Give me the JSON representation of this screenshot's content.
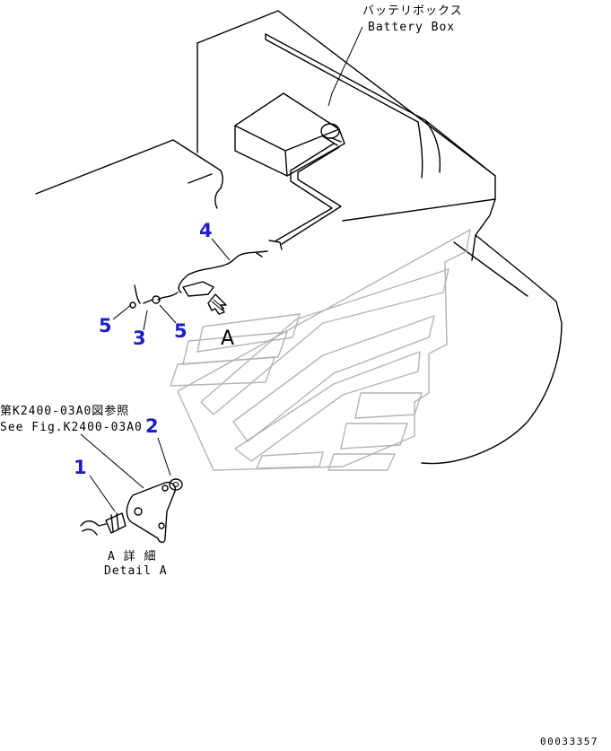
{
  "labels": {
    "battery_box_jp": "バッテリボックス",
    "battery_box_en": "Battery Box",
    "ref_jp": "第K2400-03A0図参照",
    "ref_en": "See Fig.K2400-03A0",
    "detail_jp": "A 詳 細",
    "detail_en": "Detail A",
    "view_a": "A",
    "drawing_no": "00033357"
  },
  "callouts": [
    {
      "id": "1",
      "color": "#1d1dc8"
    },
    {
      "id": "2",
      "color": "#1d1dc8"
    },
    {
      "id": "3",
      "color": "#1d1dc8"
    },
    {
      "id": "4",
      "color": "#1d1dc8"
    },
    {
      "id": "5",
      "color": "#1d1dc8"
    },
    {
      "id": "5",
      "color": "#1d1dc8"
    }
  ]
}
